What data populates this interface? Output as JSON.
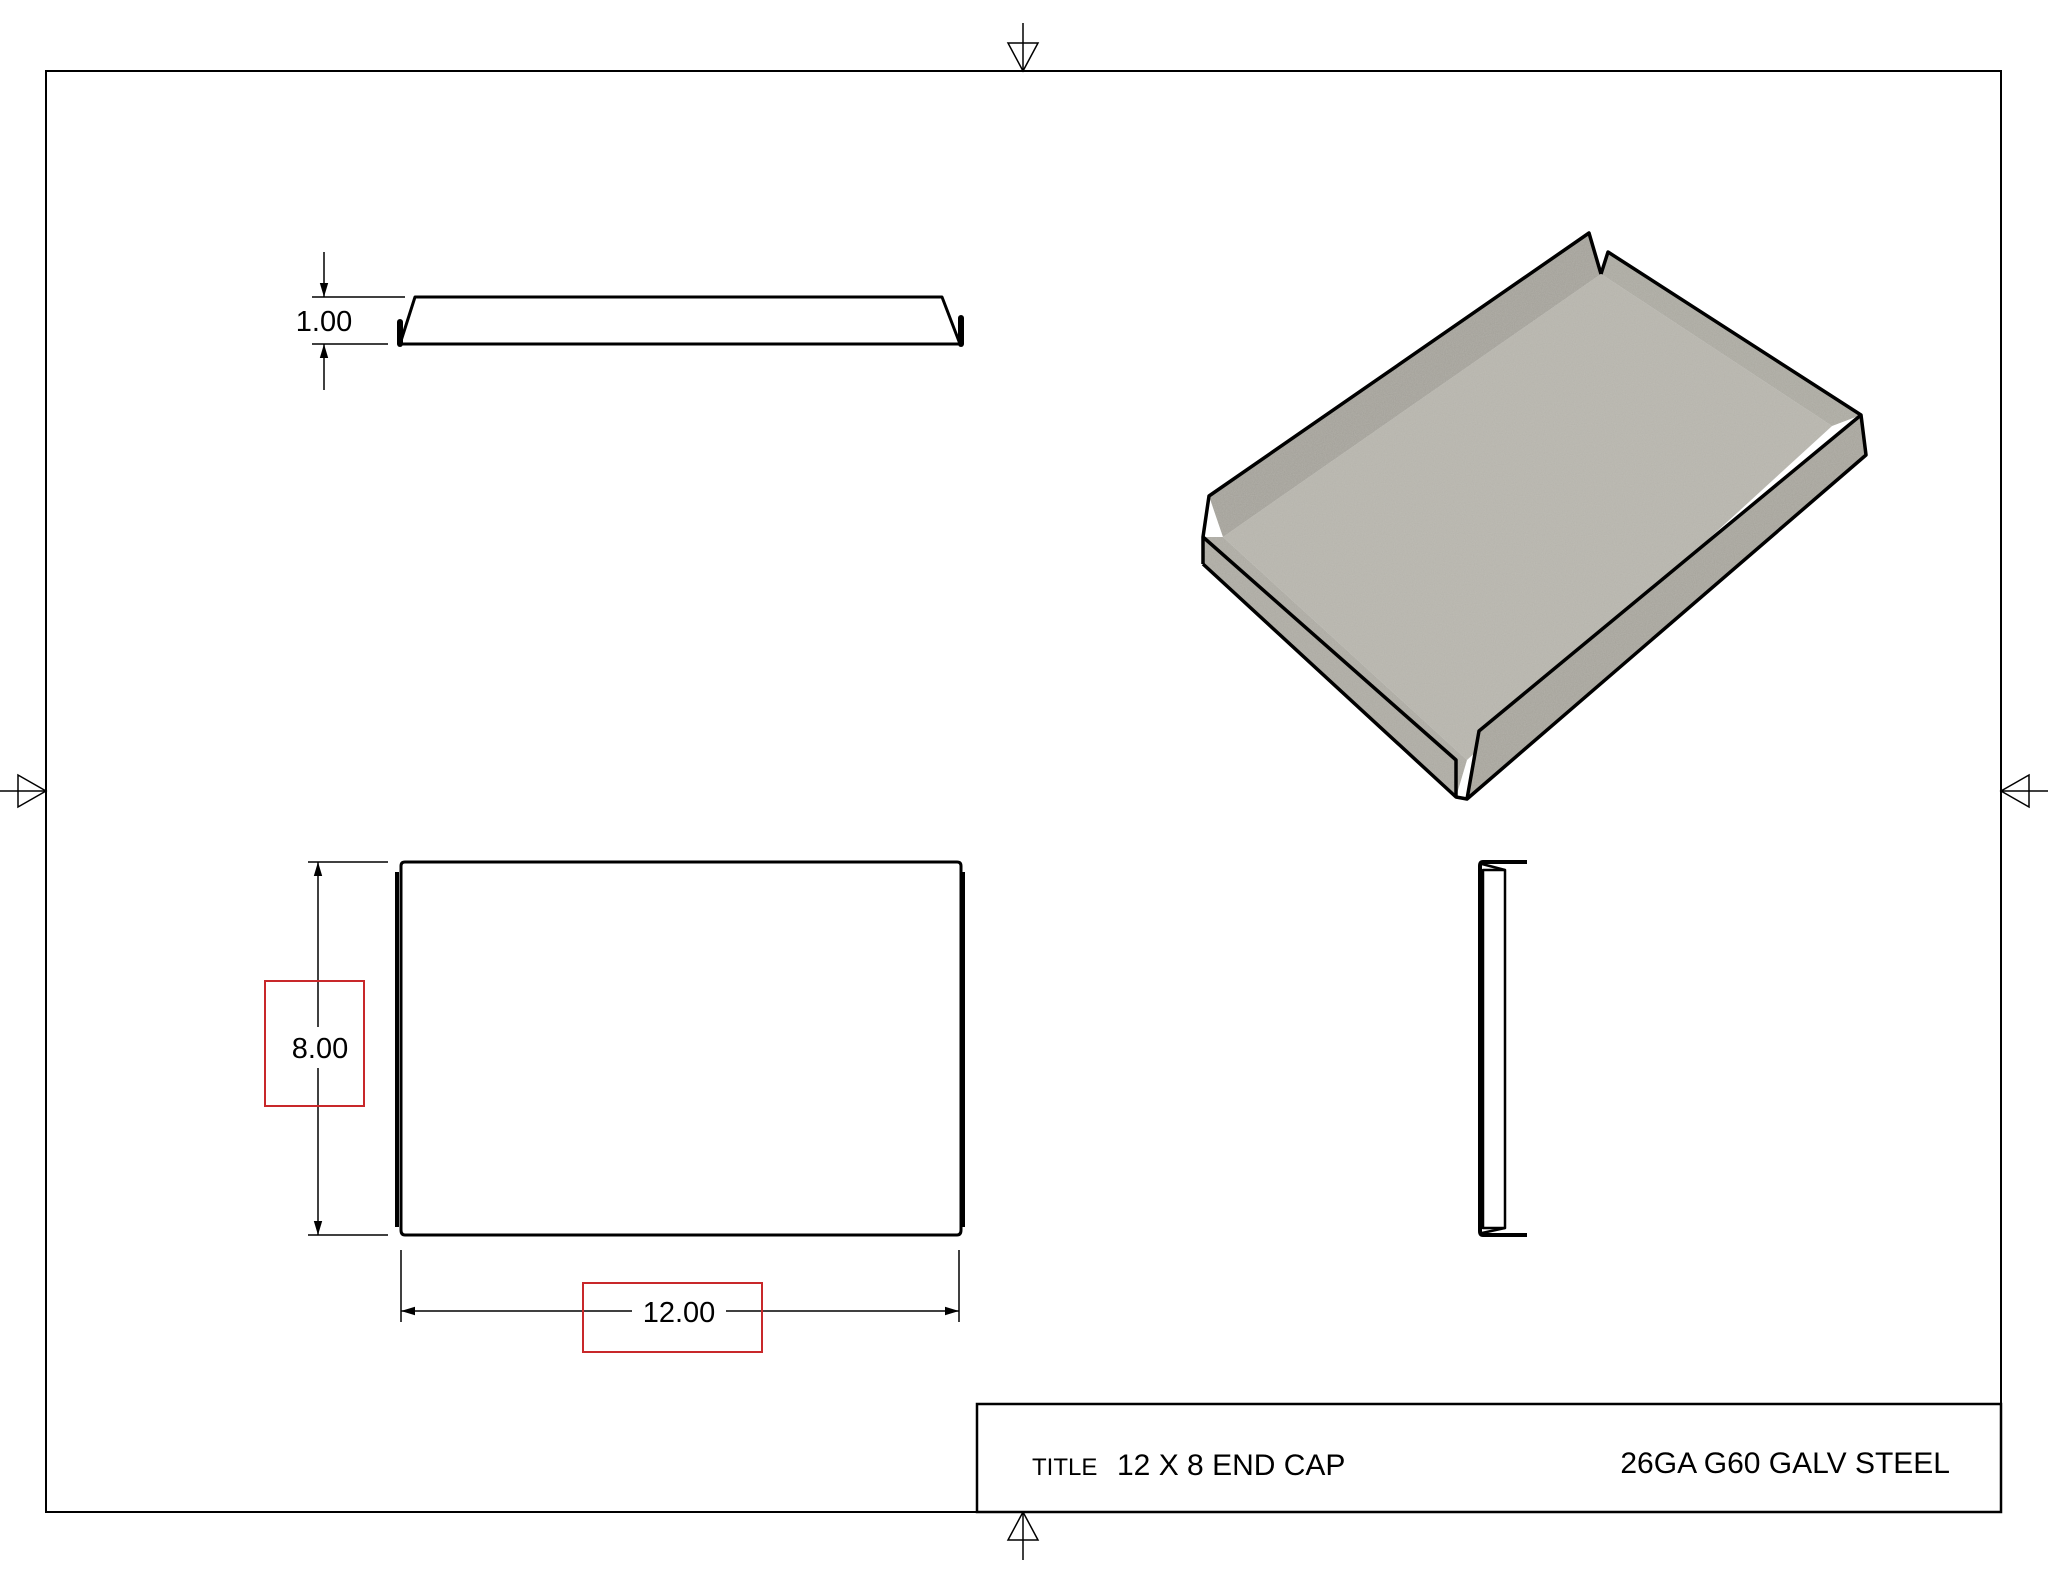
{
  "drawing": {
    "type": "sheet-metal shop drawing",
    "views": [
      "front-elevation",
      "isometric",
      "plan",
      "right-side"
    ],
    "colors": {
      "line": "#000000",
      "highlight_box": "#c8282a",
      "metal_fill": "#a7a59d",
      "metal_floor": "#b2b0a8"
    }
  },
  "dimensions": {
    "height": "1.00",
    "depth": "8.00",
    "width": "12.00"
  },
  "title_block": {
    "title_label": "TITLE",
    "title_value": "12 X 8 END CAP",
    "material": "26GA G60 GALV STEEL"
  }
}
